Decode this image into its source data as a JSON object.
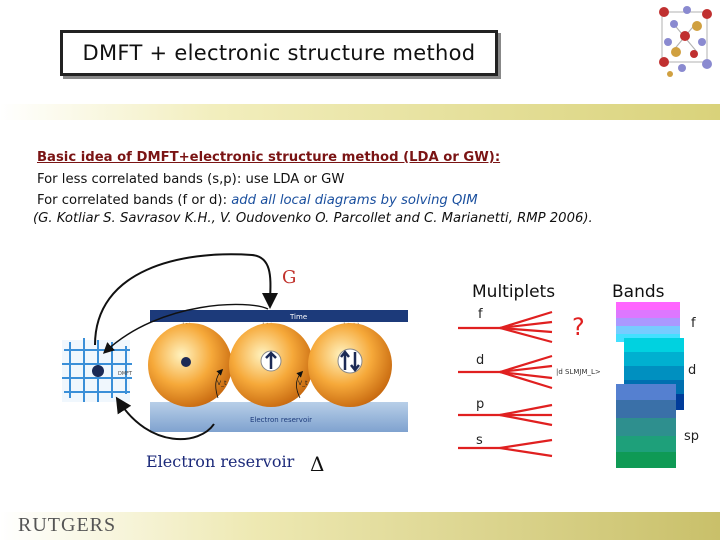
{
  "title": "DMFT + electronic structure method",
  "lines": {
    "heading": "Basic idea of DMFT+electronic structure method (LDA or GW):",
    "less_correlated": "For less correlated bands (s,p): use LDA or GW",
    "correlated_prefix": "For correlated bands (f or d): ",
    "correlated_highlight": "add all local diagrams by solving QIM",
    "reference": "(G. Kotliar S. Savrasov K.H., V. Oudovenko O. Parcollet and C. Marianetti, RMP 2006)."
  },
  "diagram": {
    "g_label": "G",
    "time_label": "Time",
    "state_labels": [
      "|0⟩",
      "|↑⟩",
      "|↑↓⟩"
    ],
    "dmft_label": "DMFT",
    "reservoir_strip": "Electron reservoir",
    "reservoir_label": "Electron reservoir",
    "delta_label": "Δ",
    "vt_label": "V_t"
  },
  "spectrum": {
    "multiplets_label": "Multiplets",
    "bands_label": "Bands",
    "question_mark": "?",
    "levels": [
      "f",
      "d",
      "p",
      "s"
    ],
    "state_notation": "|d SLMJM_L>",
    "band_labels": [
      "f",
      "d",
      "sp"
    ],
    "colors": {
      "f_band": [
        "#ff66ff",
        "#dd77ff",
        "#aa99ff",
        "#77ccff",
        "#44e0ff"
      ],
      "d_band": [
        "#00d2e0",
        "#00b0d0",
        "#0090c0",
        "#006fb0",
        "#003c9a"
      ],
      "sp_band": [
        "#5580d0",
        "#3a70a8",
        "#2e8f8e",
        "#1ea07a",
        "#0f9a55"
      ],
      "level_lines": "#e02020",
      "question": "#e02020"
    }
  },
  "footer": {
    "logo": "RUTGERS"
  }
}
